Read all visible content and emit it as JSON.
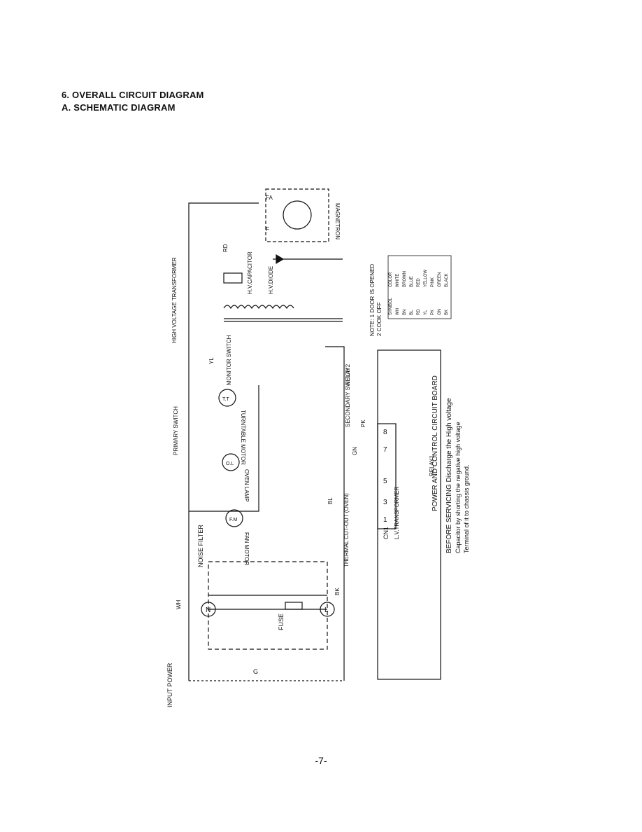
{
  "headings": {
    "section": "6. OVERALL CIRCUIT DIAGRAM",
    "subsection": "A. SCHEMATIC DIAGRAM"
  },
  "page_number": "-7-",
  "components": {
    "input_power": "INPUT POWER",
    "ground": "G",
    "noise_filter": "NOISE FILTER",
    "fuse": "FUSE",
    "thermal_cutout": "THERMAL CUT-OUT (OVEN)",
    "fan_motor": "FAN MOTOR",
    "fan_motor_symbol": "F.M",
    "oven_lamp": "OVEN LAMP",
    "oven_lamp_symbol": "O.L",
    "turntable_motor": "TURNTABLE MOTOR",
    "turntable_motor_symbol": "T.T",
    "primary_switch": "PRIMARY SWITCH",
    "secondary_switch": "SECONDARY SWITCH",
    "monitor_switch": "MONITOR SWITCH",
    "relay2": "RELAY2",
    "relay1": "RELAY1",
    "lv_transformer": "L.V.TRANSFORMER",
    "hv_transformer": "HIGH VOLTAGE TRANSFORMER",
    "hv_capacitor": "H.V.CAPACITOR",
    "hv_diode": "H.V.DIODE",
    "magnetron": "MAGNETRON",
    "board": "POWER AND CONTROL CIRCUIT BOARD",
    "connector": "CN1"
  },
  "terminals": {
    "n": "N",
    "l": "L",
    "f": "F",
    "fa": "FA",
    "cn1": "1",
    "cn3": "3",
    "cn5": "5",
    "cn7": "7",
    "cn8": "8"
  },
  "wire_codes": {
    "wh": "WH",
    "bk": "BK",
    "yl": "YL",
    "rd": "RD",
    "bl": "BL",
    "gn": "GN",
    "pk": "PK"
  },
  "notes": {
    "door": "NOTE: 1 DOOR IS OPENED",
    "cook": "2 COOK OFF",
    "servicing_1": "BEFORE SERVICING Discharge the High voltage",
    "servicing_2": "Capacitor by shorting the negative high voltage",
    "servicing_3": "Terminal of it to chassis ground."
  },
  "color_table": {
    "header": [
      "SYMBOL",
      "COLOR"
    ],
    "rows": [
      [
        "WH",
        "WHITE"
      ],
      [
        "BN",
        "BROWN"
      ],
      [
        "BL",
        "BLUE"
      ],
      [
        "RD",
        "RED"
      ],
      [
        "YL",
        "YELLOW"
      ],
      [
        "PK",
        "PINK"
      ],
      [
        "GN",
        "GREEN"
      ],
      [
        "BK",
        "BLACK"
      ]
    ]
  }
}
